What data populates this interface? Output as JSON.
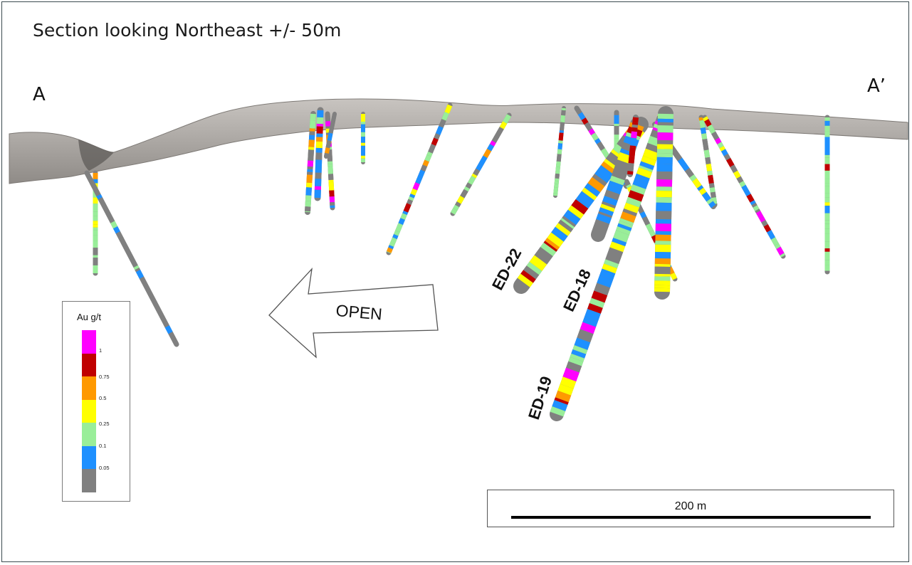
{
  "title": "Section looking Northeast +/- 50m",
  "section_ends": {
    "left": "A",
    "right": "A’"
  },
  "arrow_label": "OPEN",
  "hole_labels": [
    "ED-22",
    "ED-18",
    "ED-19"
  ],
  "scale": {
    "label": "200 m"
  },
  "legend": {
    "title": "Au g/t",
    "bins": [
      {
        "color": "#ff00ff",
        "label": "1"
      },
      {
        "color": "#c00000",
        "label": "0.75"
      },
      {
        "color": "#ff9900",
        "label": "0.5"
      },
      {
        "color": "#ffff00",
        "label": "0.25"
      },
      {
        "color": "#99ee99",
        "label": "0.1"
      },
      {
        "color": "#1e90ff",
        "label": "0.05"
      },
      {
        "color": "#808080",
        "label": ""
      }
    ]
  },
  "colors": {
    "magenta": "#ff00ff",
    "red": "#c00000",
    "orange": "#ff9900",
    "yellow": "#ffff00",
    "green": "#99ee99",
    "blue": "#1e90ff",
    "grey": "#808080",
    "topography": "#a8a4a0"
  }
}
